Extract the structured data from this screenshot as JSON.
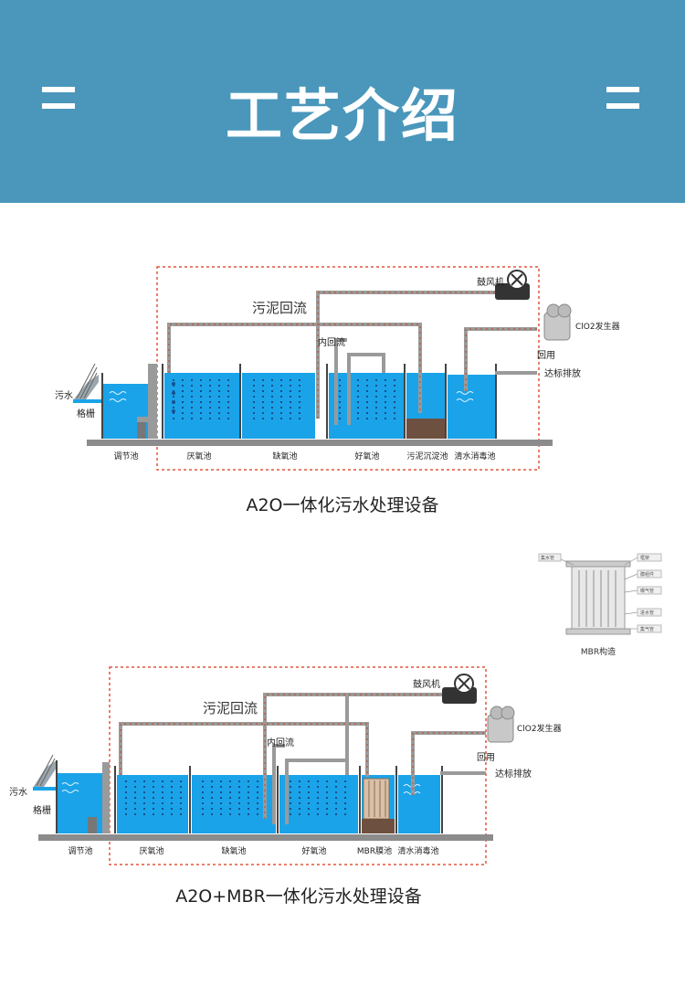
{
  "header": {
    "title": "工艺介绍",
    "left_symbol": "=",
    "right_symbol": "="
  },
  "diagram1": {
    "caption": "A2O一体化污水处理设备",
    "blower": "鼓风机",
    "sludge_return": "污泥回流",
    "inner_return": "内回流",
    "clo2": "ClO2发生器",
    "reuse": "回用",
    "discharge": "达标排放",
    "sewage": "污水",
    "grille": "格栅",
    "tanks": [
      "调节池",
      "厌氧池",
      "缺氧池",
      "好氧池",
      "污泥沉淀池",
      "清水消毒池"
    ]
  },
  "mbr_inset": {
    "caption": "MBR构造",
    "labels": [
      "集水管",
      "框架",
      "膜组件",
      "曝气管",
      "进水管",
      "集气管"
    ]
  },
  "diagram2": {
    "caption": "A2O+MBR一体化污水处理设备",
    "blower": "鼓风机",
    "sludge_return": "污泥回流",
    "inner_return": "内回流",
    "clo2": "ClO2发生器",
    "reuse": "回用",
    "discharge": "达标排放",
    "sewage": "污水",
    "grille": "格栅",
    "tanks": [
      "调节池",
      "厌氧池",
      "缺氧池",
      "好氧池",
      "MBR膜池",
      "清水消毒池"
    ]
  },
  "colors": {
    "header_bg": "#4a97bb",
    "water": "#1aa3e8",
    "pipe": "#9a9a9a",
    "border_dashed": "#e0573b"
  }
}
